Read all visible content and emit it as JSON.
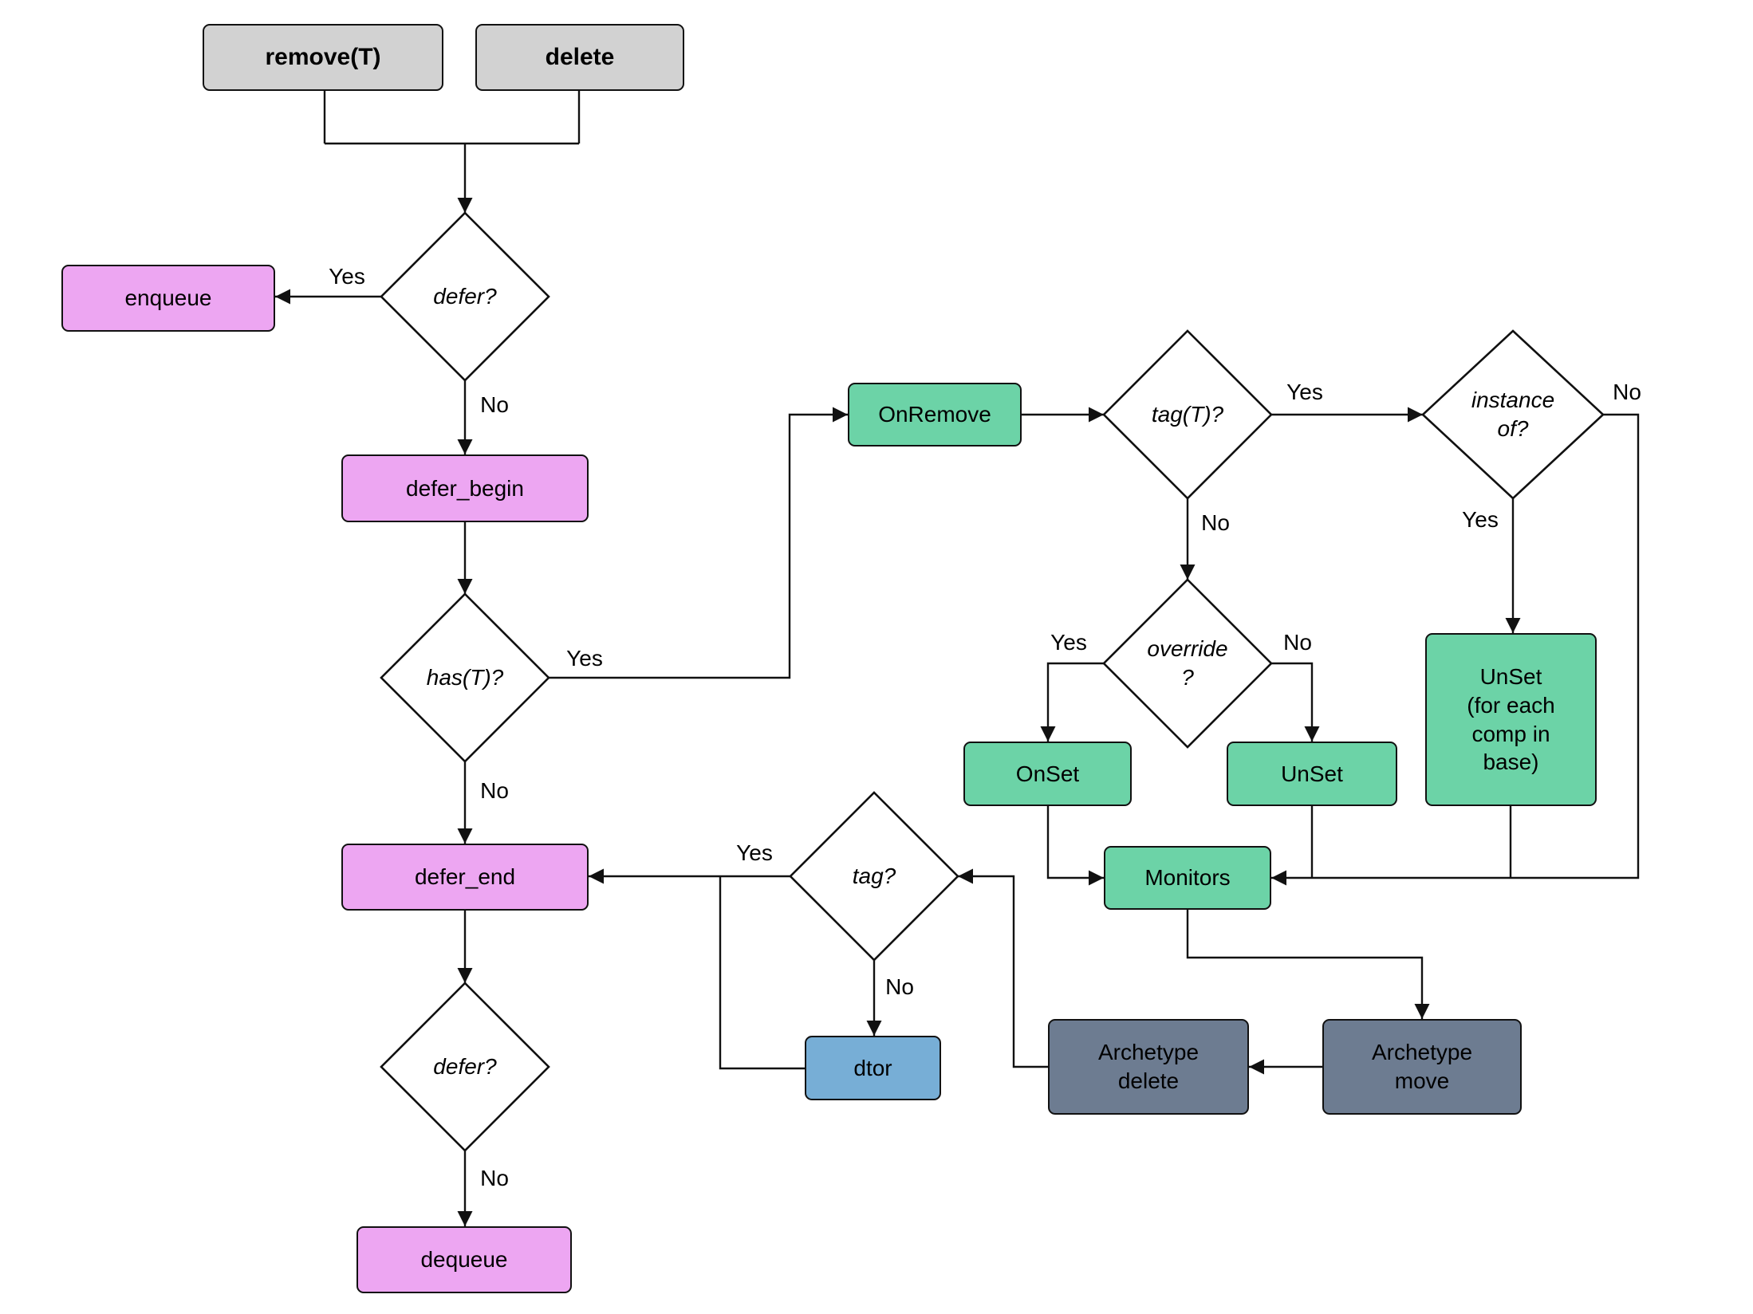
{
  "diagram": {
    "nodes": {
      "remove": {
        "label": "remove(T)"
      },
      "delete": {
        "label": "delete"
      },
      "enqueue": {
        "label": "enqueue"
      },
      "defer1": {
        "label": "defer?"
      },
      "defer_begin": {
        "label": "defer_begin"
      },
      "hasT": {
        "label": "has(T)?"
      },
      "onremove": {
        "label": "OnRemove"
      },
      "tagT": {
        "label": "tag(T)?"
      },
      "instanceof": {
        "label": "instance\nof?"
      },
      "override": {
        "label": "override\n?"
      },
      "onset": {
        "label": "OnSet"
      },
      "unset": {
        "label": "UnSet"
      },
      "unset_base": {
        "label": "UnSet\n(for each\ncomp in\nbase)"
      },
      "monitors": {
        "label": "Monitors"
      },
      "archetype_delete": {
        "label": "Archetype\ndelete"
      },
      "archetype_move": {
        "label": "Archetype\nmove"
      },
      "tag": {
        "label": "tag?"
      },
      "dtor": {
        "label": "dtor"
      },
      "defer_end": {
        "label": "defer_end"
      },
      "defer2": {
        "label": "defer?"
      },
      "dequeue": {
        "label": "dequeue"
      }
    },
    "edge_labels": {
      "defer1_yes": "Yes",
      "defer1_no": "No",
      "hasT_yes": "Yes",
      "hasT_no": "No",
      "tagT_yes": "Yes",
      "tagT_no": "No",
      "instanceof_yes": "Yes",
      "instanceof_no": "No",
      "override_yes": "Yes",
      "override_no": "No",
      "tag_yes": "Yes",
      "tag_no": "No",
      "defer2_no": "No"
    },
    "colors": {
      "box_gray": "#d2d2d2",
      "box_purple": "#eda6f2",
      "box_green": "#6cd3a7",
      "box_slate": "#6d7c91",
      "box_blue": "#77aed6",
      "stroke": "#111111",
      "background": "#ffffff"
    }
  }
}
